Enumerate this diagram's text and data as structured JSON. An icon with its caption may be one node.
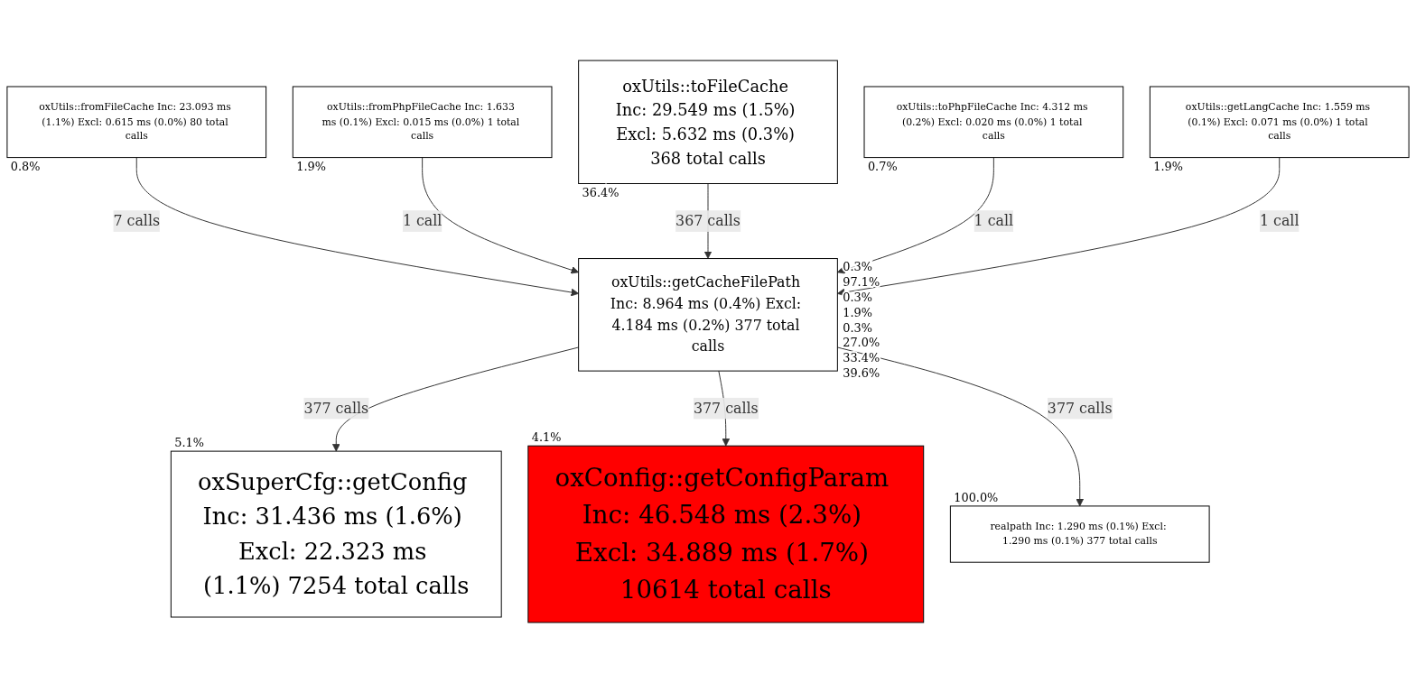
{
  "diagram": {
    "nodes": [
      {
        "text": [
          "oxUtils::fromFileCache Inc: 23.093 ms (1.1%) Excl: 0.615 ms (0.0%) 80 total calls"
        ],
        "beside": [
          "0.8%"
        ]
      },
      {
        "text": [
          "oxUtils::fromPhpFileCache Inc: 1.633 ms (0.1%) Excl: 0.015 ms (0.0%) 1 total calls"
        ],
        "beside": [
          "1.9%"
        ]
      },
      {
        "text": [
          "oxUtils::toFileCache Inc: 29.549 ms (1.5%) Excl: 5.632 ms (0.3%) 368 total calls"
        ],
        "beside": [
          "36.4%"
        ]
      },
      {
        "text": [
          "oxUtils::toPhpFileCache Inc: 4.312 ms (0.2%) Excl: 0.020 ms (0.0%) 1 total calls"
        ],
        "beside": [
          "0.7%"
        ]
      },
      {
        "text": [
          "oxUtils::getLangCache Inc: 1.559 ms (0.1%) Excl: 0.071 ms (0.0%) 1 total calls"
        ],
        "beside": [
          "1.9%"
        ]
      },
      {
        "text": [
          "oxUtils::getCacheFilePath Inc: 8.964 ms (0.4%) Excl: 4.184 ms (0.2%) 377 total calls"
        ],
        "beside": [
          "0.3%",
          "97.1%",
          "0.3%",
          "1.9%",
          "0.3%",
          "27.0%",
          "33.4%",
          "39.6%"
        ]
      },
      {
        "text": [
          "oxSuperCfg::getConfig Inc: 31.436 ms (1.6%) Excl: 22.323 ms (1.1%) 7254 total calls"
        ],
        "beside": [
          "5.1%"
        ]
      },
      {
        "text": [
          "oxConfig::getConfigParam Inc: 46.548 ms (2.3%) Excl: 34.889 ms (1.7%) 10614 total calls"
        ],
        "beside": [
          "4.1%"
        ]
      },
      {
        "text": [
          "realpath Inc: 1.290 ms (0.1%) Excl: 1.290 ms (0.1%) 377 total calls"
        ],
        "beside": [
          "100.0%"
        ]
      }
    ],
    "edges": [
      {
        "from": 0,
        "to": 5,
        "arrow": "to",
        "label": "7 calls"
      },
      {
        "from": 1,
        "to": 5,
        "arrow": "to",
        "label": "1 call"
      },
      {
        "from": 2,
        "to": 5,
        "arrow": "to",
        "label": "367 calls"
      },
      {
        "from": 3,
        "to": 5,
        "arrow": "to",
        "label": "1 call"
      },
      {
        "from": 4,
        "to": 5,
        "arrow": "to",
        "label": "1 call"
      },
      {
        "from": 5,
        "to": 6,
        "arrow": "to",
        "label": "377 calls"
      },
      {
        "from": 5,
        "to": 7,
        "arrow": "to",
        "label": "377 calls"
      },
      {
        "from": 5,
        "to": 8,
        "arrow": "to",
        "label": "377 calls"
      }
    ]
  }
}
